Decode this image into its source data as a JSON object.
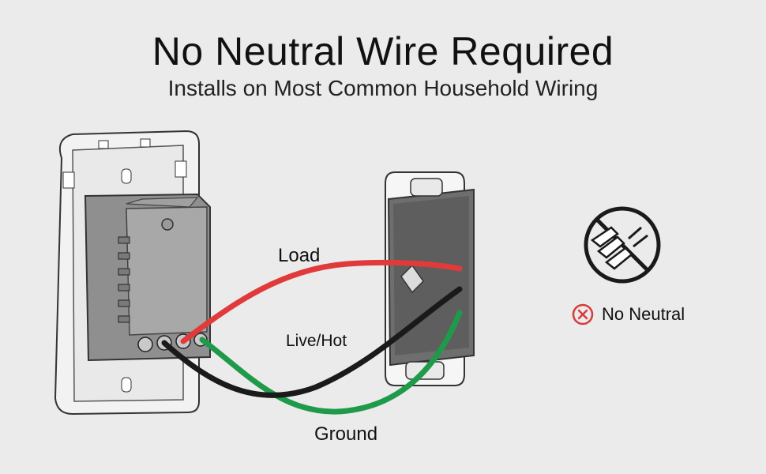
{
  "header": {
    "title": "No Neutral Wire Required",
    "subtitle": "Installs on Most Common Household Wiring"
  },
  "wires": {
    "load_label": "Load",
    "live_label": "Live/Hot",
    "ground_label": "Ground",
    "load_color": "#e03a3a",
    "live_color": "#1a1a1a",
    "ground_color": "#1f9a4a"
  },
  "badge": {
    "icon": "no-plug-icon",
    "status_icon": "x-circle-icon",
    "status_text": "No Neutral",
    "status_color": "#d93a3a"
  }
}
